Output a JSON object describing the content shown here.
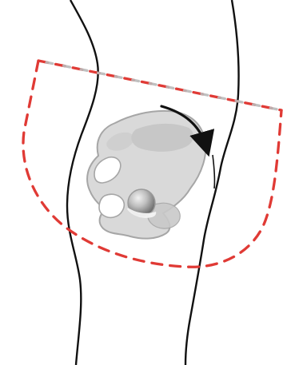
{
  "figure": {
    "subject": "hip-pelvis-side-view",
    "colors": {
      "outline": "#111111",
      "pelvis_fill": "#d9d9d9",
      "pelvis_stroke": "#a6a6a6",
      "pelvis_shadow": "#bdbdbd",
      "femoral_head_light": "#eeeeee",
      "femoral_head_dark": "#6f6f6f",
      "region_dash": "#e03a35",
      "region_upper_dash_gray": "#b9b9b9",
      "arrow": "#111111"
    },
    "elements": {
      "body_outline": "leg-hip-outline",
      "pelvis": "pelvis-bone",
      "femoral_head": "femoral-head-ball",
      "rotation_arrow": "curved-rotation-arrow",
      "highlight_region": "dashed-treatment-area"
    }
  }
}
